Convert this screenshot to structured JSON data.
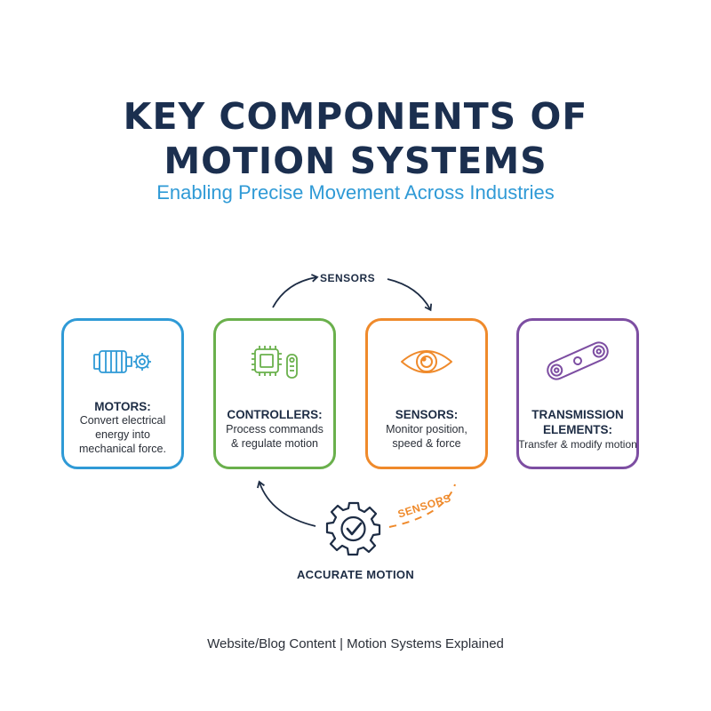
{
  "title": {
    "line1": "KEY COMPONENTS OF",
    "line2": "MOTION SYSTEMS"
  },
  "subtitle": "Enabling Precise Movement Across Industries",
  "colors": {
    "title": "#1b2f4f",
    "subtitle": "#2f9ad6",
    "motors": "#2f9ad6",
    "controllers": "#6ab04c",
    "sensors": "#ef8a2b",
    "transmission": "#7d4ea2"
  },
  "cards": [
    {
      "id": "motors",
      "icon": "motor-gear-icon",
      "title_lines": [
        "MOTORS:"
      ],
      "desc_lines": [
        "Convert electrical",
        "energy into",
        "mechanical force."
      ]
    },
    {
      "id": "controllers",
      "icon": "chip-remote-icon",
      "title_lines": [
        "CONTROLLERS:"
      ],
      "desc_lines": [
        "Process commands",
        "& regulate motion"
      ]
    },
    {
      "id": "sensors",
      "icon": "eye-icon",
      "title_lines": [
        "SENSORS:"
      ],
      "desc_lines": [
        "Monitor position,",
        "speed & force"
      ]
    },
    {
      "id": "transmission",
      "icon": "belt-pulley-icon",
      "title_lines": [
        "TRANSMISSION",
        "ELEMENTS:"
      ],
      "desc_lines": [
        "Transfer & modify motion"
      ]
    }
  ],
  "flow": {
    "top_label": "SENSORS",
    "bottom_label": "SENSORS",
    "outcome_icon": "gear-check-icon",
    "outcome_label": "ACCURATE MOTION"
  },
  "footer": "Website/Blog Content | Motion Systems Explained"
}
